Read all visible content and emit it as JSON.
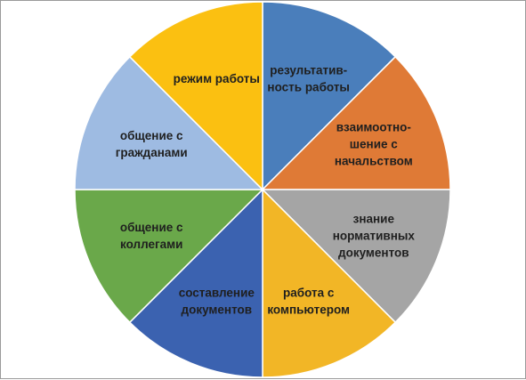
{
  "chart_data": {
    "type": "pie",
    "title": "",
    "slices": [
      {
        "lines": [
          "результатив-",
          "ность работы"
        ],
        "value": 12.5,
        "color": "#4a7ebb",
        "text_color": "#1f1f1f"
      },
      {
        "lines": [
          "взаимоотно-",
          "шение с",
          "начальством"
        ],
        "value": 12.5,
        "color": "#df7a36",
        "text_color": "#1f1f1f"
      },
      {
        "lines": [
          "знание",
          "нормативных",
          "документов"
        ],
        "value": 12.5,
        "color": "#a5a5a5",
        "text_color": "#1f1f1f"
      },
      {
        "lines": [
          "работа с",
          "компьютером"
        ],
        "value": 12.5,
        "color": "#f2b626",
        "text_color": "#1f1f1f"
      },
      {
        "lines": [
          "составление",
          "документов"
        ],
        "value": 12.5,
        "color": "#3b62b0",
        "text_color": "#1f1f1f"
      },
      {
        "lines": [
          "общение с",
          "коллегами"
        ],
        "value": 12.5,
        "color": "#6aa84a",
        "text_color": "#1f1f1f"
      },
      {
        "lines": [
          "общение с",
          "гражданами"
        ],
        "value": 12.5,
        "color": "#9ebbe2",
        "text_color": "#1f1f1f"
      },
      {
        "lines": [
          "режим работы"
        ],
        "value": 12.5,
        "color": "#fbc011",
        "text_color": "#1f1f1f"
      }
    ],
    "legend": "none",
    "labels": "inside"
  }
}
